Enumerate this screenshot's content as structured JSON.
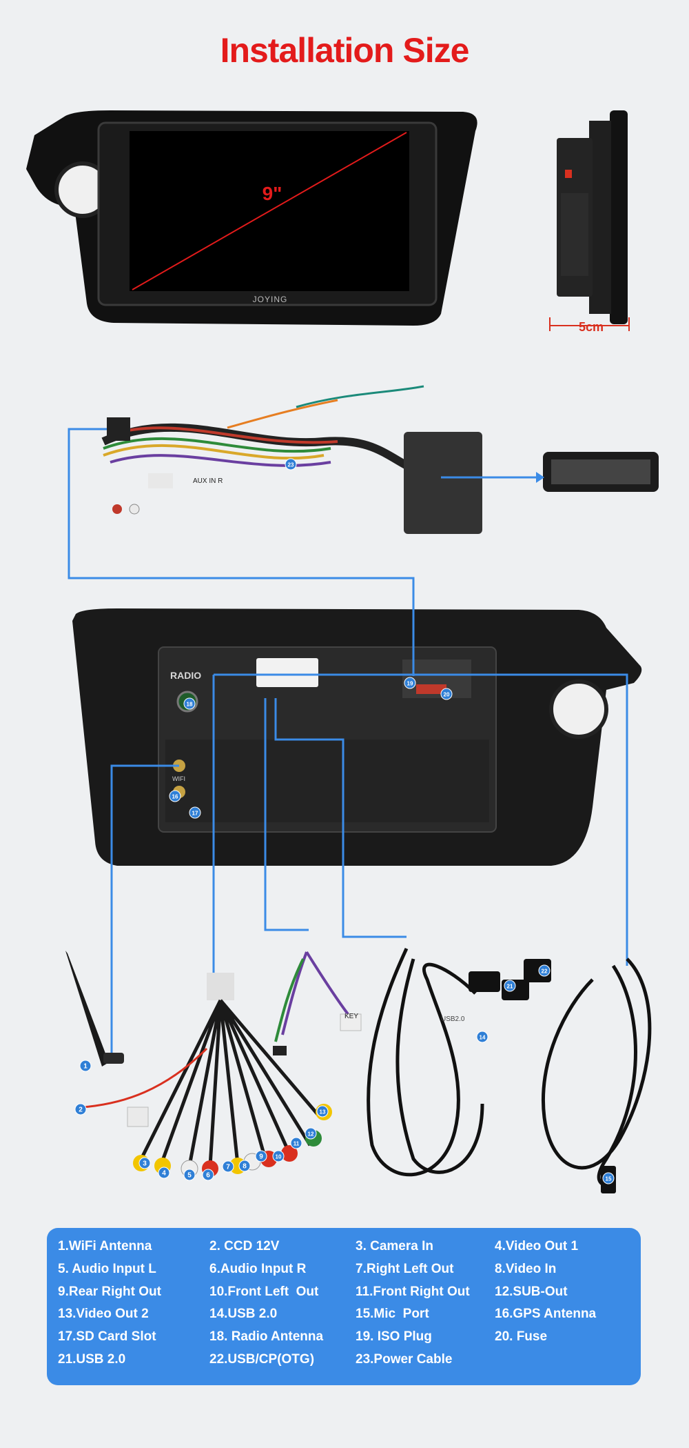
{
  "title": "Installation Size",
  "screen": {
    "size_label": "9\"",
    "brand": "JOYING"
  },
  "depth_label": "5cm",
  "panel_label": "RADIO",
  "panel_wifi_label": "WIFI",
  "harness_labels": {
    "aux": "AUX IN R",
    "key": "KEY",
    "usb": "USB2.0"
  },
  "colors": {
    "title": "#e31b1b",
    "accent_line": "#3b8be6",
    "legend_bg": "#3b8be6",
    "marker_bg": "#2f7fd6"
  },
  "markers": [
    "1",
    "2",
    "3",
    "4",
    "5",
    "6",
    "7",
    "8",
    "9",
    "10",
    "11",
    "12",
    "13",
    "14",
    "15",
    "16",
    "17",
    "18",
    "19",
    "20",
    "21",
    "22",
    "23"
  ],
  "legend": {
    "rows": [
      [
        "1.WiFi Antenna",
        "2. CCD 12V",
        "3. Camera In",
        "4.Video Out 1"
      ],
      [
        "5. Audio Input L",
        "6.Audio Input R",
        "7.Right Left Out",
        "8.Video In"
      ],
      [
        "9.Rear Right Out",
        "10.Front Left  Out",
        "11.Front Right Out",
        "12.SUB-Out"
      ],
      [
        "13.Video Out 2",
        "14.USB 2.0",
        "15.Mic  Port",
        "16.GPS Antenna"
      ],
      [
        "17.SD Card Slot",
        "18. Radio Antenna",
        "19. ISO Plug",
        "20. Fuse"
      ],
      [
        "21.USB 2.0",
        "22.USB/CP(OTG)",
        "23.Power Cable",
        ""
      ]
    ]
  }
}
